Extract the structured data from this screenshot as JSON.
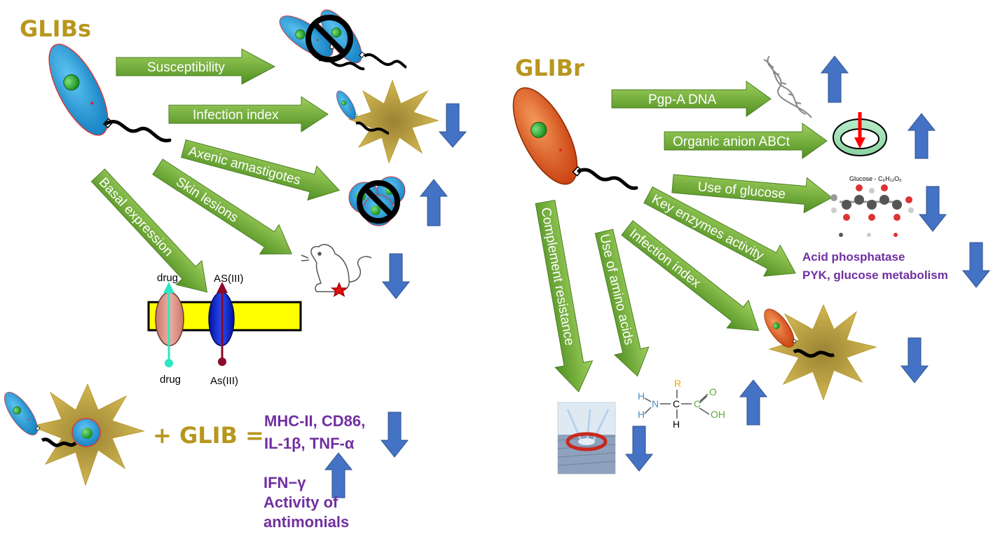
{
  "titles": {
    "left": "GLIBs",
    "right": "GLIBr"
  },
  "left_arrows": {
    "susceptibility": "Susceptibility",
    "infection_index": "Infection index",
    "axenic": "Axenic amastigotes",
    "skin": "Skin lesions",
    "basal": "Basal expression"
  },
  "membrane": {
    "drug_top": "drug",
    "drug_bottom": "drug",
    "as_top": "AS(III)",
    "as_bottom": "As(III)"
  },
  "equation": {
    "plus_glib": "+ GLIB =",
    "line1": "MHC-II, CD86,",
    "line2": "IL-1β, TNF-α",
    "ifn": "IFN−γ",
    "activity1": "Activity  of",
    "activity2": "antimonials"
  },
  "right_arrows": {
    "pgp": "Pgp-A DNA",
    "organic": "Organic anion ABCt",
    "glucose": "Use of glucose",
    "enzymes": "Key enzymes activity",
    "infection": "Infection index",
    "amino": "Use of amino acids",
    "complement": "Complement resistance"
  },
  "enzymes_note": {
    "line1": "Acid phosphatase",
    "line2": "PYK, glucose metabolism"
  },
  "glucose_caption": "Glucose - C₆H₁₂O₆",
  "amino_acid": {
    "r": "R",
    "h1": "H",
    "h2": "H",
    "n": "N",
    "c": "C",
    "h3": "H",
    "c2": "C",
    "o": "O",
    "oh": "OH"
  },
  "colors": {
    "arrow_green": "#6aab34",
    "blue_arrow": "#4472c4",
    "parasite_blue": "#1e9ad6",
    "parasite_orange": "#e2551d",
    "macrophage": "#c9ab44",
    "gold_text": "#b8961e",
    "purple_text": "#7030a0",
    "membrane": "#ffff00"
  },
  "icons": [
    "parasite-icon",
    "macrophage-icon",
    "no-sign-icon",
    "mouse-icon",
    "dna-icon",
    "transporter-ring-icon",
    "glucose-molecule-icon",
    "complement-pore-icon"
  ]
}
